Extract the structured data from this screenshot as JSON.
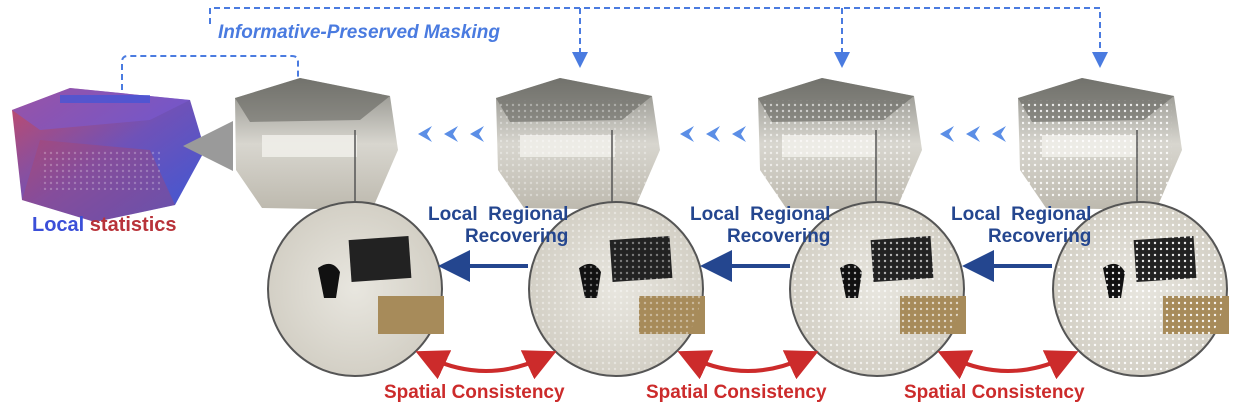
{
  "masking_label": "Informative-Preserved Masking",
  "local_statistics": {
    "part1": "Local",
    "part2": " statistics"
  },
  "recovering": [
    {
      "line1": "Local  Regional",
      "line2": "Recovering"
    },
    {
      "line1": "Local  Regional",
      "line2": "Recovering"
    },
    {
      "line1": "Local  Regional",
      "line2": "Recovering"
    }
  ],
  "spatial_consistency": [
    "Spatial Consistency",
    "Spatial Consistency",
    "Spatial Consistency"
  ],
  "colors": {
    "masking_blue": "#4a7be0",
    "recover_navy": "#24468f",
    "spatial_red": "#cc2b2b",
    "stats_blue": "#3b4fd8",
    "stats_red": "#b8333a"
  }
}
